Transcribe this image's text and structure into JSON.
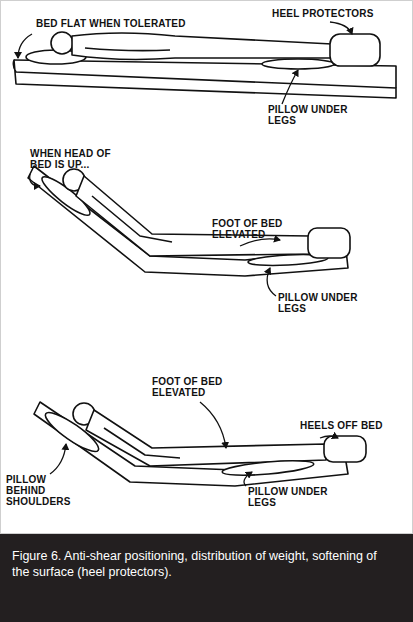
{
  "diagram": {
    "caption": "Figure 6. Anti-shear positioning, distribution of weight, softening of the surface (heel protectors).",
    "labels": [
      "BED FLAT WHEN TOLERATED",
      "HEEL PROTECTORS",
      "PILLOW UNDER LEGS",
      "WHEN HEAD OF BED IS UP...",
      "FOOT OF BED ELEVATED",
      "PILLOW UNDER LEGS",
      "FOOT OF BED ELEVATED",
      "HEELS OFF BED",
      "PILLOW BEHIND SHOULDERS",
      "PILLOW UNDER LEGS"
    ]
  }
}
